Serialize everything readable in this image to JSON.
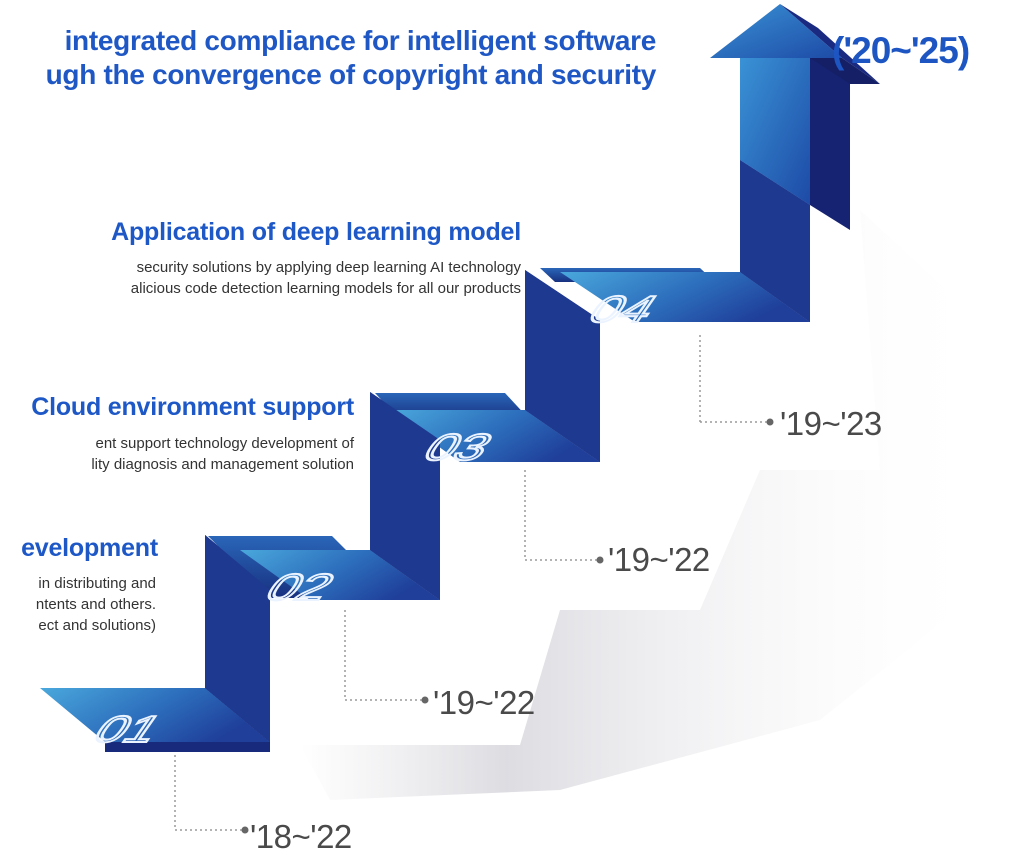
{
  "title": {
    "line1": "integrated compliance for intelligent software",
    "line2": "ugh the convergence of copyright and security",
    "period": "('20~'25)"
  },
  "steps": [
    {
      "number": "01",
      "date": "'18~'22",
      "heading": "",
      "description": []
    },
    {
      "number": "02",
      "date": "'19~'22",
      "heading": "evelopment",
      "description": [
        "in distributing and",
        "ntents and others.",
        "ect and solutions)"
      ]
    },
    {
      "number": "03",
      "date": "'19~'22",
      "heading": "Cloud environment support",
      "description": [
        "ent support technology development of",
        "lity diagnosis and management solution"
      ]
    },
    {
      "number": "04",
      "date": "'19~'23",
      "heading": "Application of deep learning model",
      "description": [
        "security solutions by applying deep learning AI technology",
        "alicious code detection learning models for all our products"
      ]
    }
  ],
  "colors": {
    "title": "#1f58c4",
    "stair_light": "#3d8fcf",
    "stair_dark": "#1a2a8a",
    "date_text": "#4a4a4a"
  }
}
